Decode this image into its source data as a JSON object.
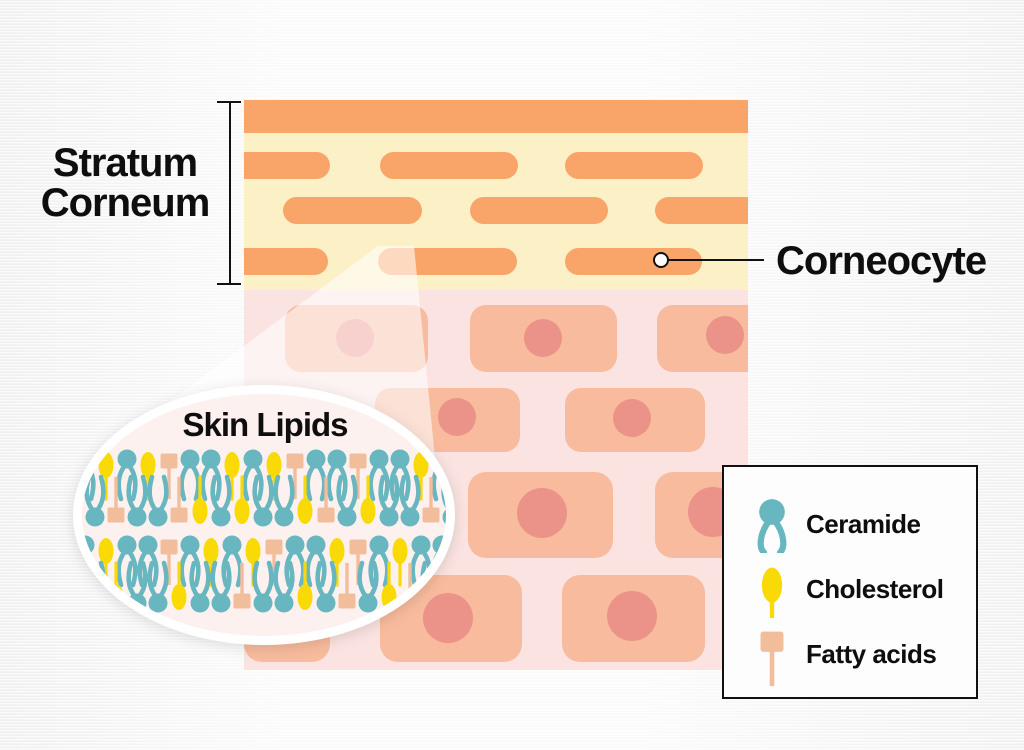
{
  "labels": {
    "stratum_line1": "Stratum",
    "stratum_line2": "Corneum",
    "corneocyte": "Corneocyte",
    "skin_lipids": "Skin Lipids"
  },
  "legend": {
    "items": [
      {
        "icon": "ceramide-icon",
        "label": "Ceramide",
        "color": "#68b6bf"
      },
      {
        "icon": "cholesterol-icon",
        "label": "Cholesterol",
        "color": "#f9da07"
      },
      {
        "icon": "fatty-acids-icon",
        "label": "Fatty acids",
        "color": "#f2bd9b"
      }
    ]
  },
  "colors": {
    "background": "#f6f6f6",
    "text": "#0e0e0e",
    "outline": "#111111",
    "epidermis_top_band": "#f9a569",
    "corneocyte_rod": "#f9a569",
    "lipid_matrix": "#fcf1c6",
    "living_layer_bg": "#fae3e1",
    "cell_body": "#f8bb9d",
    "cell_nucleus": "#eb9289",
    "magnifier_ring": "#ffffff",
    "magnifier_fill": "#fcf1ef",
    "beam_overlay": "rgba(255,255,255,0.58)",
    "ceramide": "#68b6bf",
    "cholesterol": "#f9da07",
    "fatty_acid": "#f2bd9b"
  },
  "lipids": {
    "legend_key": {
      "C": "ceramide",
      "Y": "cholesterol",
      "F": "fatty-acid"
    },
    "bilayers": [
      {
        "top": [
          "C",
          "Y",
          "C",
          "Y",
          "F",
          "C",
          "C",
          "Y",
          "C",
          "Y",
          "F",
          "C",
          "C",
          "F",
          "C",
          "C",
          "Y",
          "C",
          "C"
        ],
        "bottom": [
          "C",
          "F",
          "C",
          "C",
          "F",
          "Y",
          "C",
          "Y",
          "C",
          "C",
          "Y",
          "F",
          "C",
          "Y",
          "C",
          "C",
          "F",
          "C"
        ]
      },
      {
        "top": [
          "C",
          "Y",
          "C",
          "C",
          "F",
          "C",
          "Y",
          "C",
          "Y",
          "F",
          "C",
          "C",
          "Y",
          "F",
          "C",
          "Y",
          "C",
          "C",
          "Y"
        ],
        "bottom": [
          "C",
          "Y",
          "C",
          "C",
          "Y",
          "C",
          "C",
          "F",
          "C",
          "C",
          "Y",
          "C",
          "F",
          "C",
          "Y",
          "F",
          "C",
          "C"
        ]
      }
    ]
  }
}
